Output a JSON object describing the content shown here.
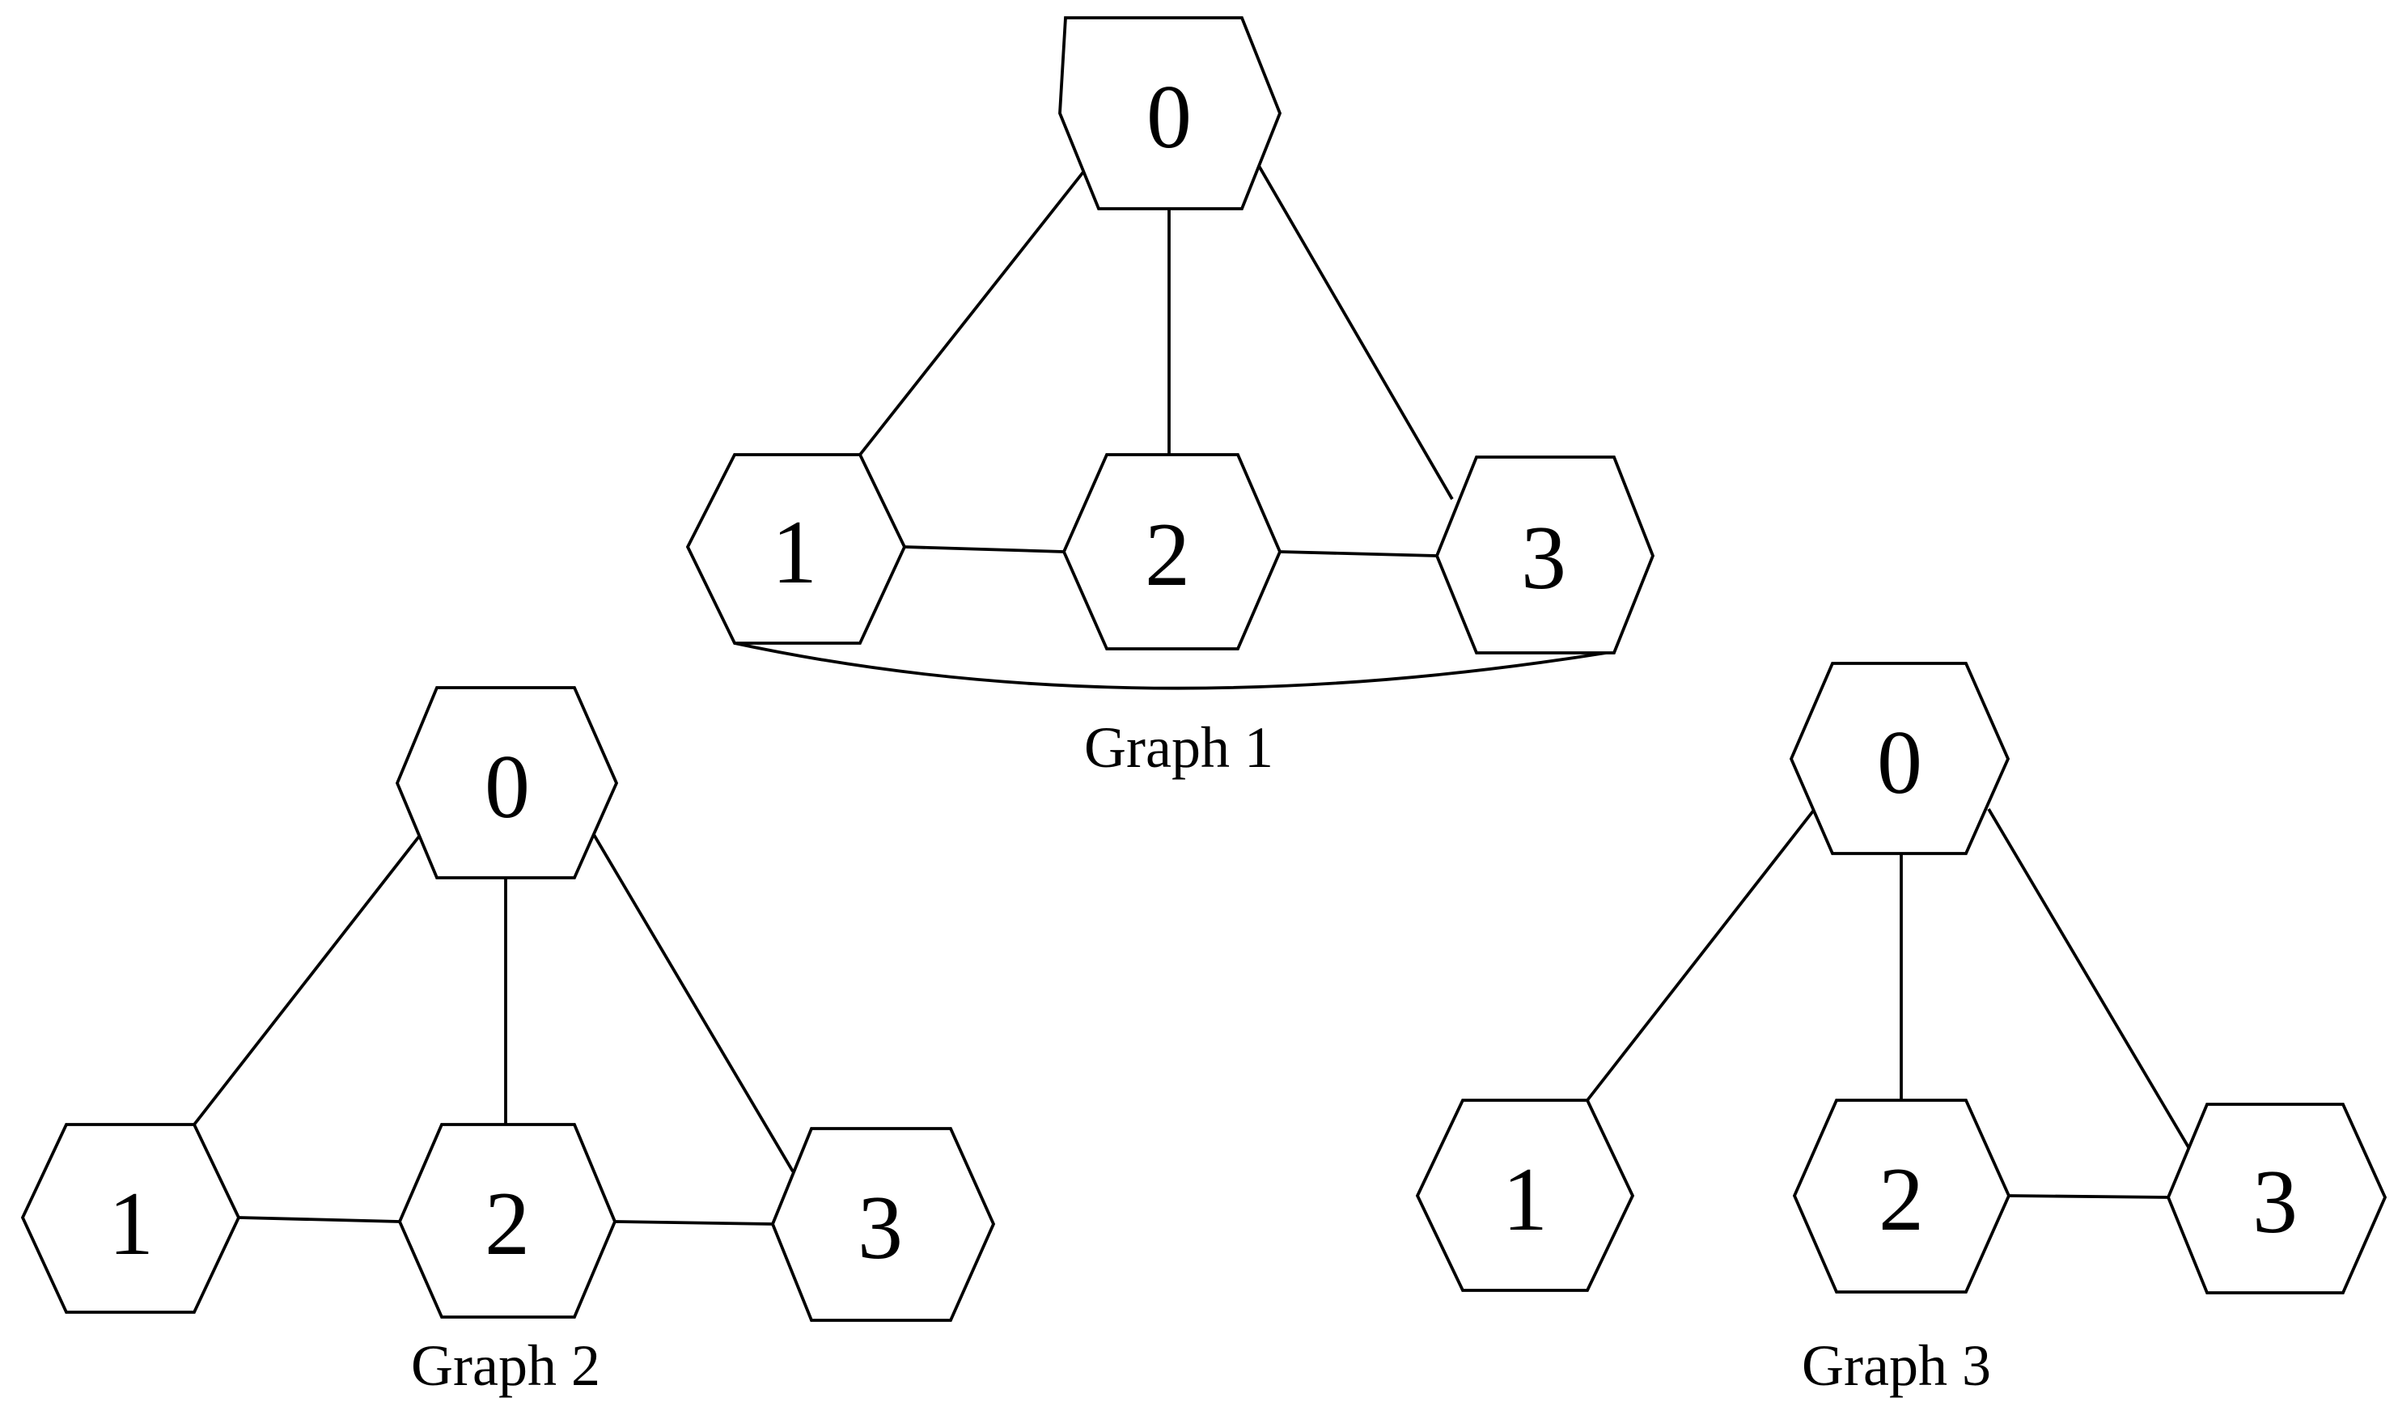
{
  "graphs": [
    {
      "caption": "Graph 1",
      "nodes": [
        {
          "id": "0",
          "label": "0"
        },
        {
          "id": "1",
          "label": "1"
        },
        {
          "id": "2",
          "label": "2"
        },
        {
          "id": "3",
          "label": "3"
        }
      ],
      "edges": [
        [
          "0",
          "1"
        ],
        [
          "0",
          "2"
        ],
        [
          "0",
          "3"
        ],
        [
          "1",
          "2"
        ],
        [
          "2",
          "3"
        ],
        [
          "1",
          "3"
        ]
      ]
    },
    {
      "caption": "Graph 2",
      "nodes": [
        {
          "id": "0",
          "label": "0"
        },
        {
          "id": "1",
          "label": "1"
        },
        {
          "id": "2",
          "label": "2"
        },
        {
          "id": "3",
          "label": "3"
        }
      ],
      "edges": [
        [
          "0",
          "1"
        ],
        [
          "0",
          "2"
        ],
        [
          "0",
          "3"
        ],
        [
          "1",
          "2"
        ],
        [
          "2",
          "3"
        ]
      ]
    },
    {
      "caption": "Graph 3",
      "nodes": [
        {
          "id": "0",
          "label": "0"
        },
        {
          "id": "1",
          "label": "1"
        },
        {
          "id": "2",
          "label": "2"
        },
        {
          "id": "3",
          "label": "3"
        }
      ],
      "edges": [
        [
          "0",
          "1"
        ],
        [
          "0",
          "2"
        ],
        [
          "0",
          "3"
        ],
        [
          "2",
          "3"
        ]
      ]
    }
  ]
}
